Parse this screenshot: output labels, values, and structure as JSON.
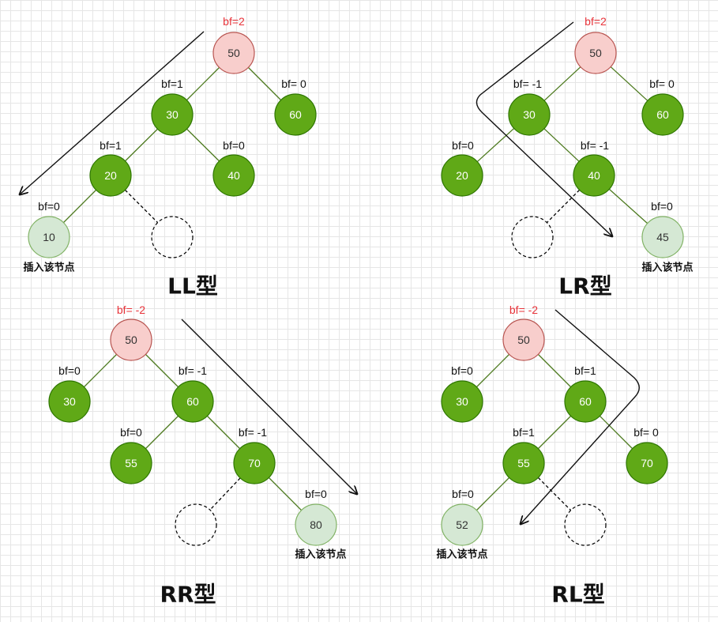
{
  "colors": {
    "root_fill": "#f8cecc",
    "root_stroke": "#b85450",
    "root_text": "#333333",
    "node_fill": "#60a917",
    "node_stroke": "#2d7600",
    "node_text": "#ffffff",
    "leaf_fill": "#d5e8d4",
    "leaf_stroke": "#82b366",
    "leaf_text": "#333333",
    "edge": "#4d7a1f",
    "bf_red": "#e8333a",
    "bf_black": "#111111",
    "arrow": "#111111"
  },
  "diagrams": [
    {
      "id": "ll",
      "title": "LL型",
      "insert_note": "插入该节点",
      "nodes": [
        {
          "id": "ll-50",
          "label": "50",
          "style": "root",
          "bf": "bf=2",
          "bf_color": "red"
        },
        {
          "id": "ll-30",
          "label": "30",
          "style": "node",
          "bf": "bf=1",
          "bf_color": "black"
        },
        {
          "id": "ll-60",
          "label": "60",
          "style": "node",
          "bf": "bf= 0",
          "bf_color": "black"
        },
        {
          "id": "ll-20",
          "label": "20",
          "style": "node",
          "bf": "bf=1",
          "bf_color": "black"
        },
        {
          "id": "ll-40",
          "label": "40",
          "style": "node",
          "bf": "bf=0",
          "bf_color": "black"
        },
        {
          "id": "ll-10",
          "label": "10",
          "style": "leaf",
          "bf": "bf=0",
          "bf_color": "black"
        },
        {
          "id": "ll-empty",
          "label": "",
          "style": "empty",
          "bf": "",
          "bf_color": "black"
        }
      ]
    },
    {
      "id": "lr",
      "title": "LR型",
      "insert_note": "插入该节点",
      "nodes": [
        {
          "id": "lr-50",
          "label": "50",
          "style": "root",
          "bf": "bf=2",
          "bf_color": "red"
        },
        {
          "id": "lr-30",
          "label": "30",
          "style": "node",
          "bf": "bf= -1",
          "bf_color": "black"
        },
        {
          "id": "lr-60",
          "label": "60",
          "style": "node",
          "bf": "bf= 0",
          "bf_color": "black"
        },
        {
          "id": "lr-20",
          "label": "20",
          "style": "node",
          "bf": "bf=0",
          "bf_color": "black"
        },
        {
          "id": "lr-40",
          "label": "40",
          "style": "node",
          "bf": "bf= -1",
          "bf_color": "black"
        },
        {
          "id": "lr-45",
          "label": "45",
          "style": "leaf",
          "bf": "bf=0",
          "bf_color": "black"
        },
        {
          "id": "lr-empty",
          "label": "",
          "style": "empty",
          "bf": "",
          "bf_color": "black"
        }
      ]
    },
    {
      "id": "rr",
      "title": "RR型",
      "insert_note": "插入该节点",
      "nodes": [
        {
          "id": "rr-50",
          "label": "50",
          "style": "root",
          "bf": "bf= -2",
          "bf_color": "red"
        },
        {
          "id": "rr-30",
          "label": "30",
          "style": "node",
          "bf": "bf=0",
          "bf_color": "black"
        },
        {
          "id": "rr-60",
          "label": "60",
          "style": "node",
          "bf": "bf= -1",
          "bf_color": "black"
        },
        {
          "id": "rr-55",
          "label": "55",
          "style": "node",
          "bf": "bf=0",
          "bf_color": "black"
        },
        {
          "id": "rr-70",
          "label": "70",
          "style": "node",
          "bf": "bf= -1",
          "bf_color": "black"
        },
        {
          "id": "rr-80",
          "label": "80",
          "style": "leaf",
          "bf": "bf=0",
          "bf_color": "black"
        },
        {
          "id": "rr-empty",
          "label": "",
          "style": "empty",
          "bf": "",
          "bf_color": "black"
        }
      ]
    },
    {
      "id": "rl",
      "title": "RL型",
      "insert_note": "插入该节点",
      "nodes": [
        {
          "id": "rl-50",
          "label": "50",
          "style": "root",
          "bf": "bf= -2",
          "bf_color": "red"
        },
        {
          "id": "rl-30",
          "label": "30",
          "style": "node",
          "bf": "bf=0",
          "bf_color": "black"
        },
        {
          "id": "rl-60",
          "label": "60",
          "style": "node",
          "bf": "bf=1",
          "bf_color": "black"
        },
        {
          "id": "rl-55",
          "label": "55",
          "style": "node",
          "bf": "bf=1",
          "bf_color": "black"
        },
        {
          "id": "rl-70",
          "label": "70",
          "style": "node",
          "bf": "bf= 0",
          "bf_color": "black"
        },
        {
          "id": "rl-52",
          "label": "52",
          "style": "leaf",
          "bf": "bf=0",
          "bf_color": "black"
        },
        {
          "id": "rl-empty",
          "label": "",
          "style": "empty",
          "bf": "",
          "bf_color": "black"
        }
      ]
    }
  ]
}
